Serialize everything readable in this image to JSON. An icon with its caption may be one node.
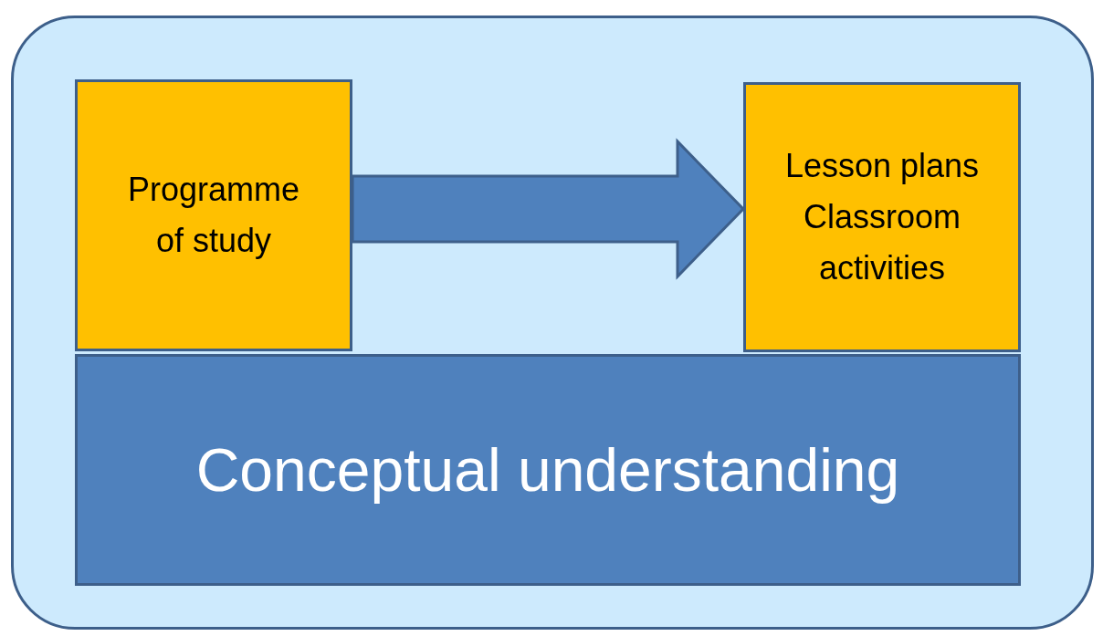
{
  "diagram": {
    "nodes": [
      {
        "text": [],
        "shape": "box"
      },
      {
        "text": [
          "Programme of study"
        ],
        "in": 0
      },
      {
        "text": [
          "Lesson plans",
          "Classroom activities"
        ],
        "in": 0
      },
      {
        "text": [
          "Conceptual understanding"
        ],
        "in": 0
      }
    ],
    "edges": [
      {
        "from": 1,
        "to": 2,
        "arrow": "to",
        "style": "thick"
      }
    ]
  }
}
